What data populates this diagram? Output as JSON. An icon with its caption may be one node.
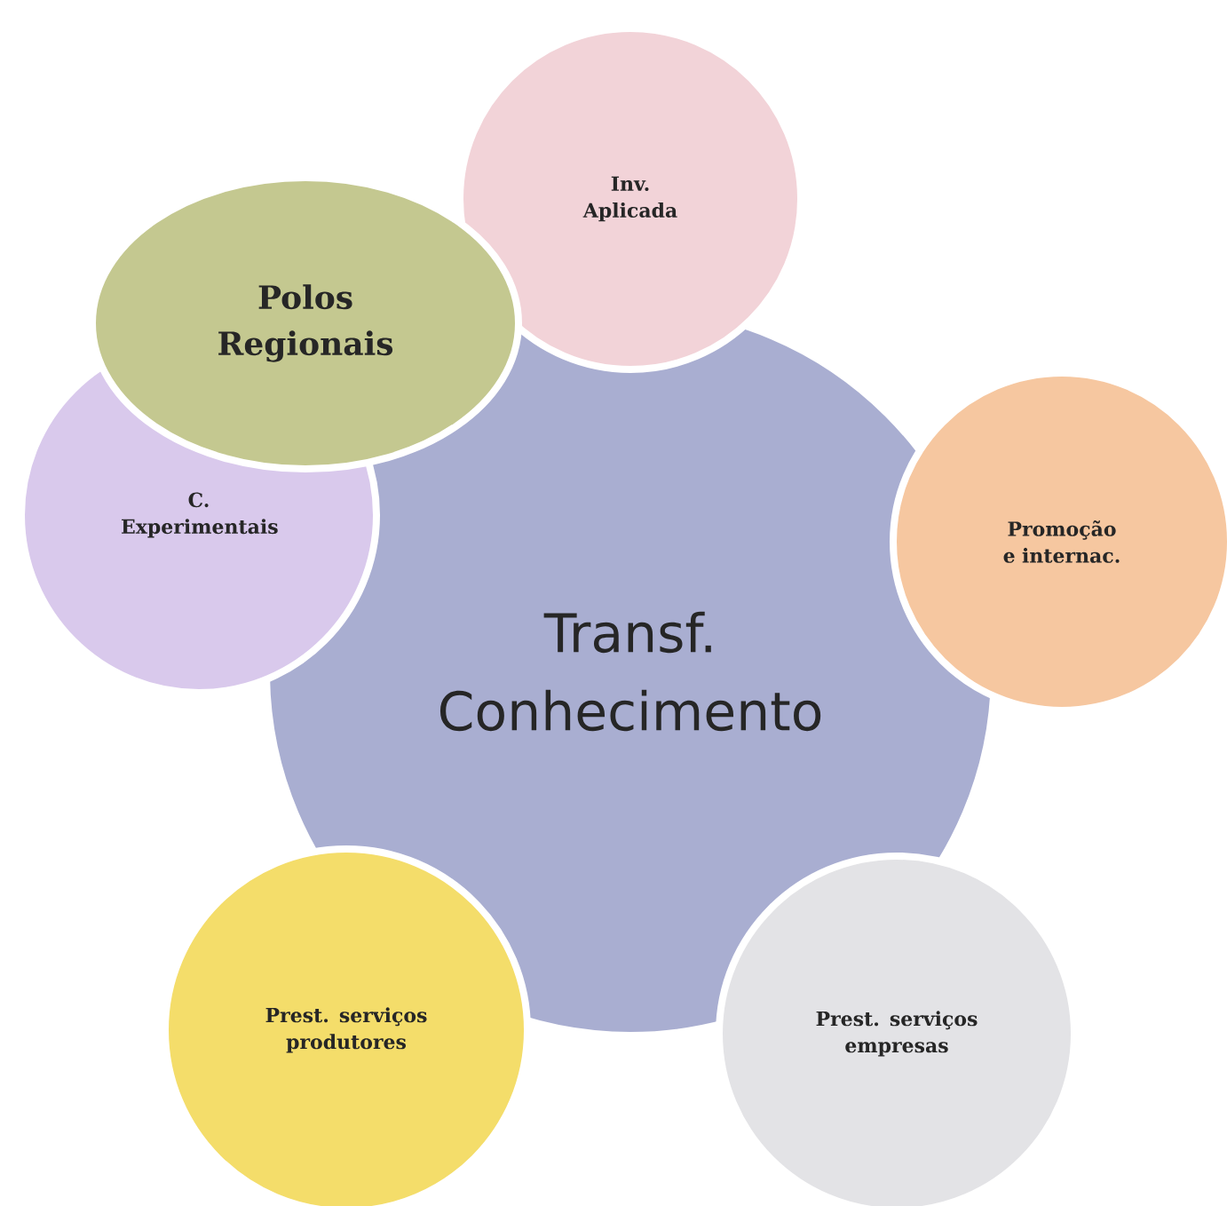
{
  "diagram": {
    "nodes": [
      {
        "text": [
          "Inv. Aplicada"
        ]
      },
      {
        "text": [
          "Polos Regionais"
        ]
      },
      {
        "text": [
          "C. Experimentais"
        ]
      },
      {
        "text": [
          "Transf. Conhecimento"
        ]
      },
      {
        "text": [
          "Promoção e internac."
        ]
      },
      {
        "text": [
          "Prest. serviços produtores"
        ]
      },
      {
        "text": [
          "Prest. serviços empresas"
        ]
      }
    ]
  }
}
